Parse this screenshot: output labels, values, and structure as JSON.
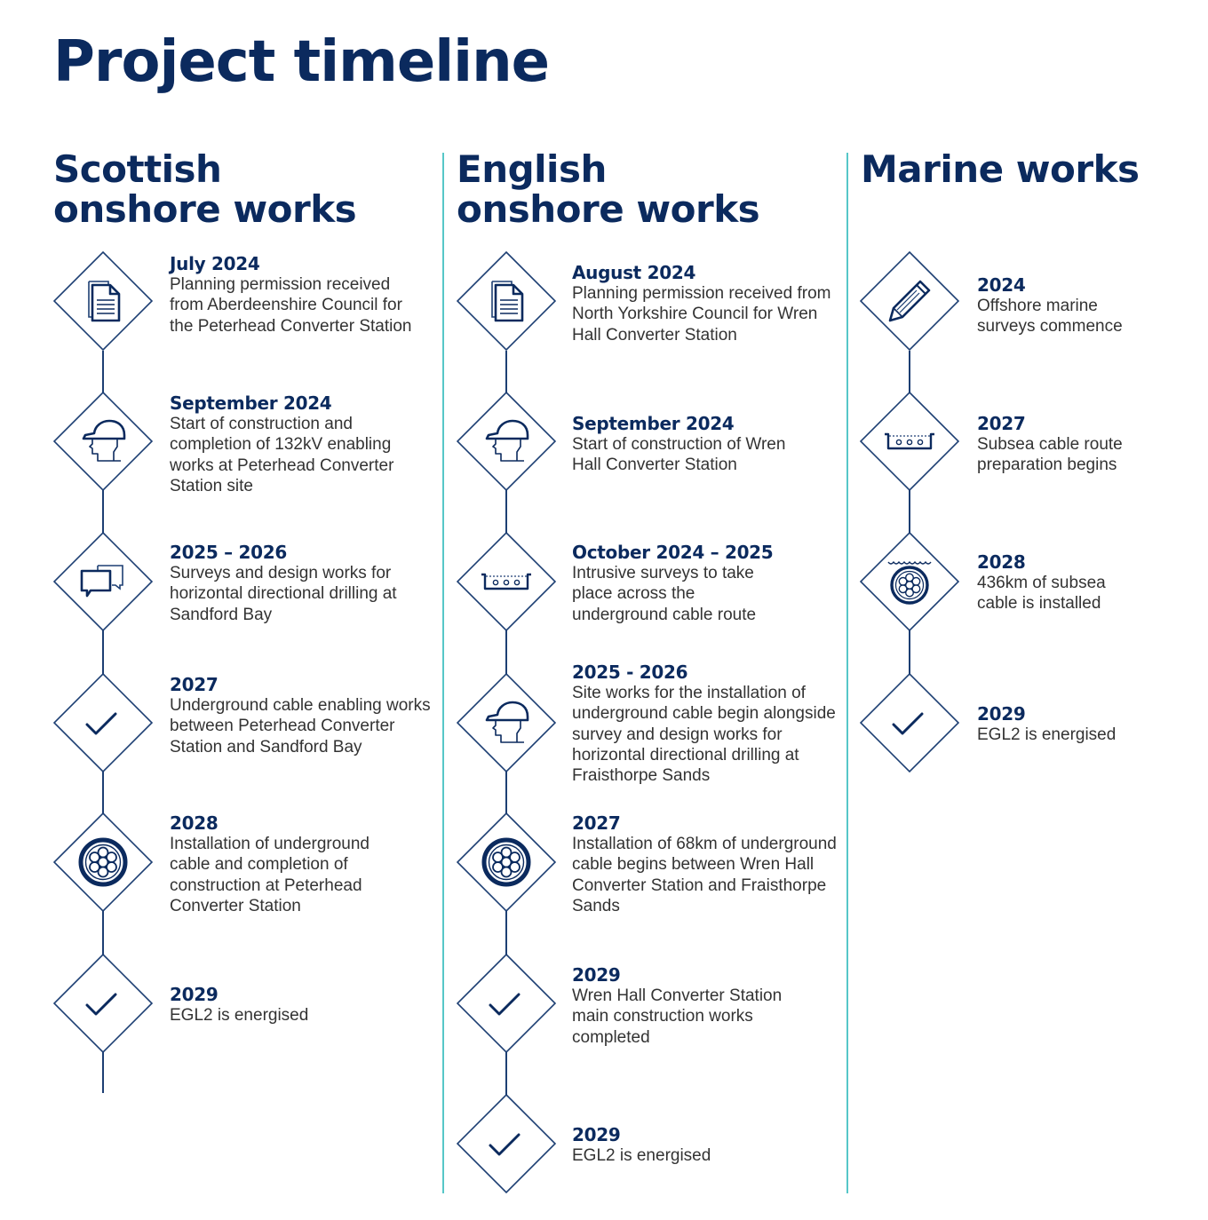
{
  "page": {
    "title": "Project timeline",
    "colors": {
      "navy": "#0b2a5e",
      "line": "#1d3f73",
      "divider": "#56c7c8",
      "body_text": "#333333",
      "background": "#ffffff"
    }
  },
  "columns": [
    {
      "title_line1": "Scottish",
      "title_line2": "onshore works",
      "milestones": [
        {
          "date": "July 2024",
          "icon": "document-icon",
          "description": "Planning permission received from Aberdeenshire Council for the Peterhead Converter Station"
        },
        {
          "date": "September 2024",
          "icon": "hard-hat-worker-icon",
          "description": "Start of construction and completion of 132kV enabling works at Peterhead Converter Station site"
        },
        {
          "date": "2025 – 2026",
          "icon": "speech-bubbles-icon",
          "description": "Surveys and design works for horizontal directional drilling at Sandford Bay"
        },
        {
          "date": "2027",
          "icon": "checkmark-icon",
          "description": "Underground cable enabling works between Peterhead Converter Station and Sandford Bay"
        },
        {
          "date": "2028",
          "icon": "cable-cross-section-icon",
          "description": "Installation of underground cable and completion of construction at Peterhead Converter Station"
        },
        {
          "date": "2029",
          "icon": "checkmark-icon",
          "description": "EGL2 is energised"
        }
      ]
    },
    {
      "title_line1": "English",
      "title_line2": "onshore works",
      "milestones": [
        {
          "date": "August 2024",
          "icon": "document-icon",
          "description": "Planning permission received from North Yorkshire Council for Wren Hall Converter Station"
        },
        {
          "date": "September 2024",
          "icon": "hard-hat-worker-icon",
          "description": "Start of construction of Wren Hall Converter Station"
        },
        {
          "date": "October 2024 – 2025",
          "icon": "trench-icon",
          "description": "Intrusive surveys to take place across the underground cable route"
        },
        {
          "date": "2025 - 2026",
          "icon": "hard-hat-worker-icon",
          "description": "Site works for the installation of underground cable begin alongside survey and design works for horizontal directional drilling at Fraisthorpe Sands"
        },
        {
          "date": "2027",
          "icon": "cable-cross-section-icon",
          "description": "Installation of 68km of underground cable begins between Wren Hall Converter Station and Fraisthorpe Sands"
        },
        {
          "date": "2029",
          "icon": "checkmark-icon",
          "description": "Wren Hall Converter Station main construction works completed"
        },
        {
          "date": "2029",
          "icon": "checkmark-icon",
          "description": "EGL2 is energised"
        }
      ]
    },
    {
      "title_line1": "Marine works",
      "title_line2": "",
      "milestones": [
        {
          "date": "2024",
          "icon": "pencil-icon",
          "description": "Offshore marine surveys commence"
        },
        {
          "date": "2027",
          "icon": "trench-icon",
          "description": "Subsea cable route preparation begins"
        },
        {
          "date": "2028",
          "icon": "subsea-cable-icon",
          "description": "436km of subsea cable is installed"
        },
        {
          "date": "2029",
          "icon": "checkmark-icon",
          "description": "EGL2 is energised"
        }
      ]
    }
  ]
}
